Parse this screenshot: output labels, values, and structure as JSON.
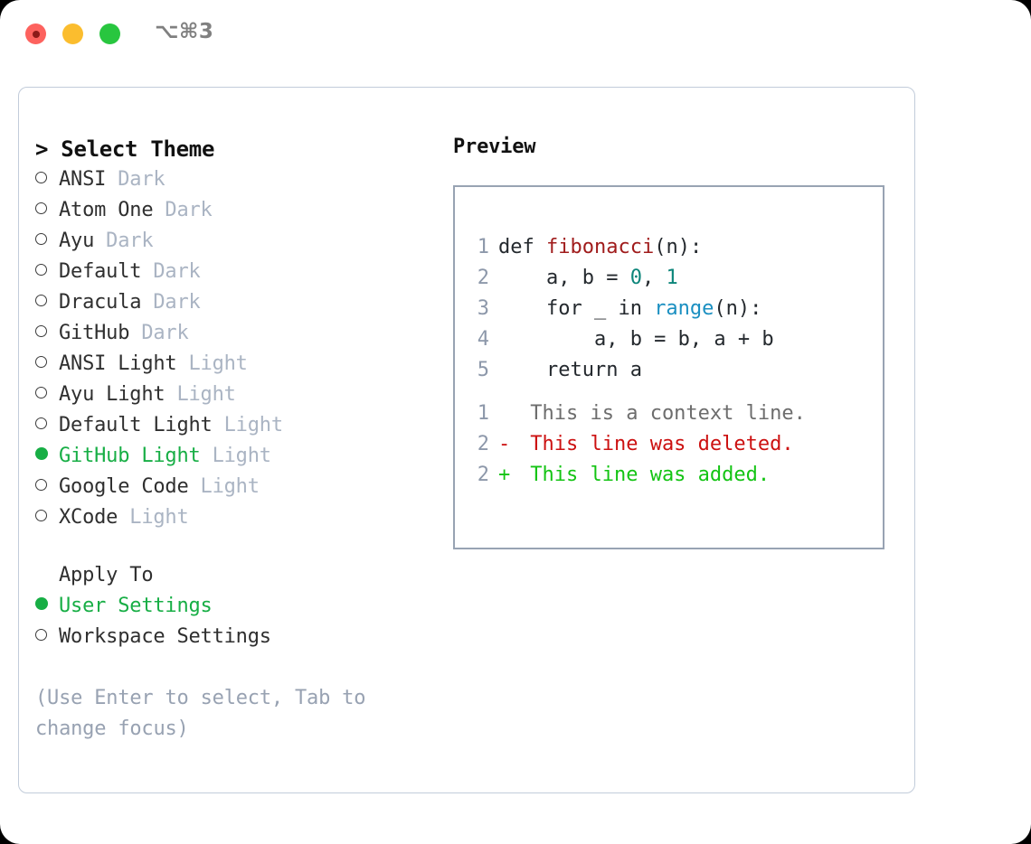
{
  "titlebar": {
    "shortcut": "⌥⌘3",
    "lights": [
      "close-red",
      "minimize-yellow",
      "zoom-green"
    ]
  },
  "theme_picker": {
    "header": "> Select Theme",
    "options": [
      {
        "marker": "○",
        "label": "ANSI",
        "tag": "Dark",
        "selected": false
      },
      {
        "marker": "○",
        "label": "Atom One",
        "tag": "Dark",
        "selected": false
      },
      {
        "marker": "○",
        "label": "Ayu",
        "tag": "Dark",
        "selected": false
      },
      {
        "marker": "○",
        "label": "Default",
        "tag": "Dark",
        "selected": false
      },
      {
        "marker": "○",
        "label": "Dracula",
        "tag": "Dark",
        "selected": false
      },
      {
        "marker": "○",
        "label": "GitHub",
        "tag": "Dark",
        "selected": false
      },
      {
        "marker": "○",
        "label": "ANSI Light",
        "tag": "Light",
        "selected": false
      },
      {
        "marker": "○",
        "label": "Ayu Light",
        "tag": "Light",
        "selected": false
      },
      {
        "marker": "○",
        "label": "Default Light",
        "tag": "Light",
        "selected": false
      },
      {
        "marker": "●",
        "label": "GitHub Light",
        "tag": "Light",
        "selected": true
      },
      {
        "marker": "○",
        "label": "Google Code",
        "tag": "Light",
        "selected": false
      },
      {
        "marker": "○",
        "label": "XCode",
        "tag": "Light",
        "selected": false
      }
    ]
  },
  "apply_to": {
    "header": "Apply To",
    "options": [
      {
        "marker": "●",
        "label": "User Settings",
        "selected": true
      },
      {
        "marker": "○",
        "label": "Workspace Settings",
        "selected": false
      }
    ]
  },
  "hint": "(Use Enter to select, Tab to change focus)",
  "preview": {
    "title": "Preview",
    "code_lines": [
      {
        "number": "1",
        "tokens": [
          {
            "text": "def ",
            "type": "plain"
          },
          {
            "text": "fibonacci",
            "type": "func"
          },
          {
            "text": "(n):",
            "type": "plain"
          }
        ]
      },
      {
        "number": "2",
        "tokens": [
          {
            "text": "    a, b = ",
            "type": "plain"
          },
          {
            "text": "0",
            "type": "num"
          },
          {
            "text": ", ",
            "type": "plain"
          },
          {
            "text": "1",
            "type": "num"
          }
        ]
      },
      {
        "number": "3",
        "tokens": [
          {
            "text": "    for _ in ",
            "type": "plain"
          },
          {
            "text": "range",
            "type": "kw"
          },
          {
            "text": "(n):",
            "type": "plain"
          }
        ]
      },
      {
        "number": "4",
        "tokens": [
          {
            "text": "        a, b = b, a + b",
            "type": "plain"
          }
        ]
      },
      {
        "number": "5",
        "tokens": [
          {
            "text": "    return a",
            "type": "plain"
          }
        ]
      }
    ],
    "diff_lines": [
      {
        "number": "1",
        "sign": " ",
        "text": " This is a context line.",
        "kind": "ctx"
      },
      {
        "number": "2",
        "sign": "-",
        "text": " This line was deleted.",
        "kind": "del"
      },
      {
        "number": "2",
        "sign": "+",
        "text": " This line was added.",
        "kind": "add"
      }
    ]
  },
  "colors": {
    "accent_green": "#17ae45",
    "tag_gray": "#aab4c3",
    "hint_gray": "#98a2b2",
    "line_number": "#8d98aa",
    "code_function": "#a01c1c",
    "code_number": "#0c857a",
    "code_keyword": "#1a8fc1",
    "diff_deleted": "#cc1111",
    "diff_added": "#14c414",
    "panel_border": "#c2ccda",
    "preview_border": "#98a3b3"
  }
}
